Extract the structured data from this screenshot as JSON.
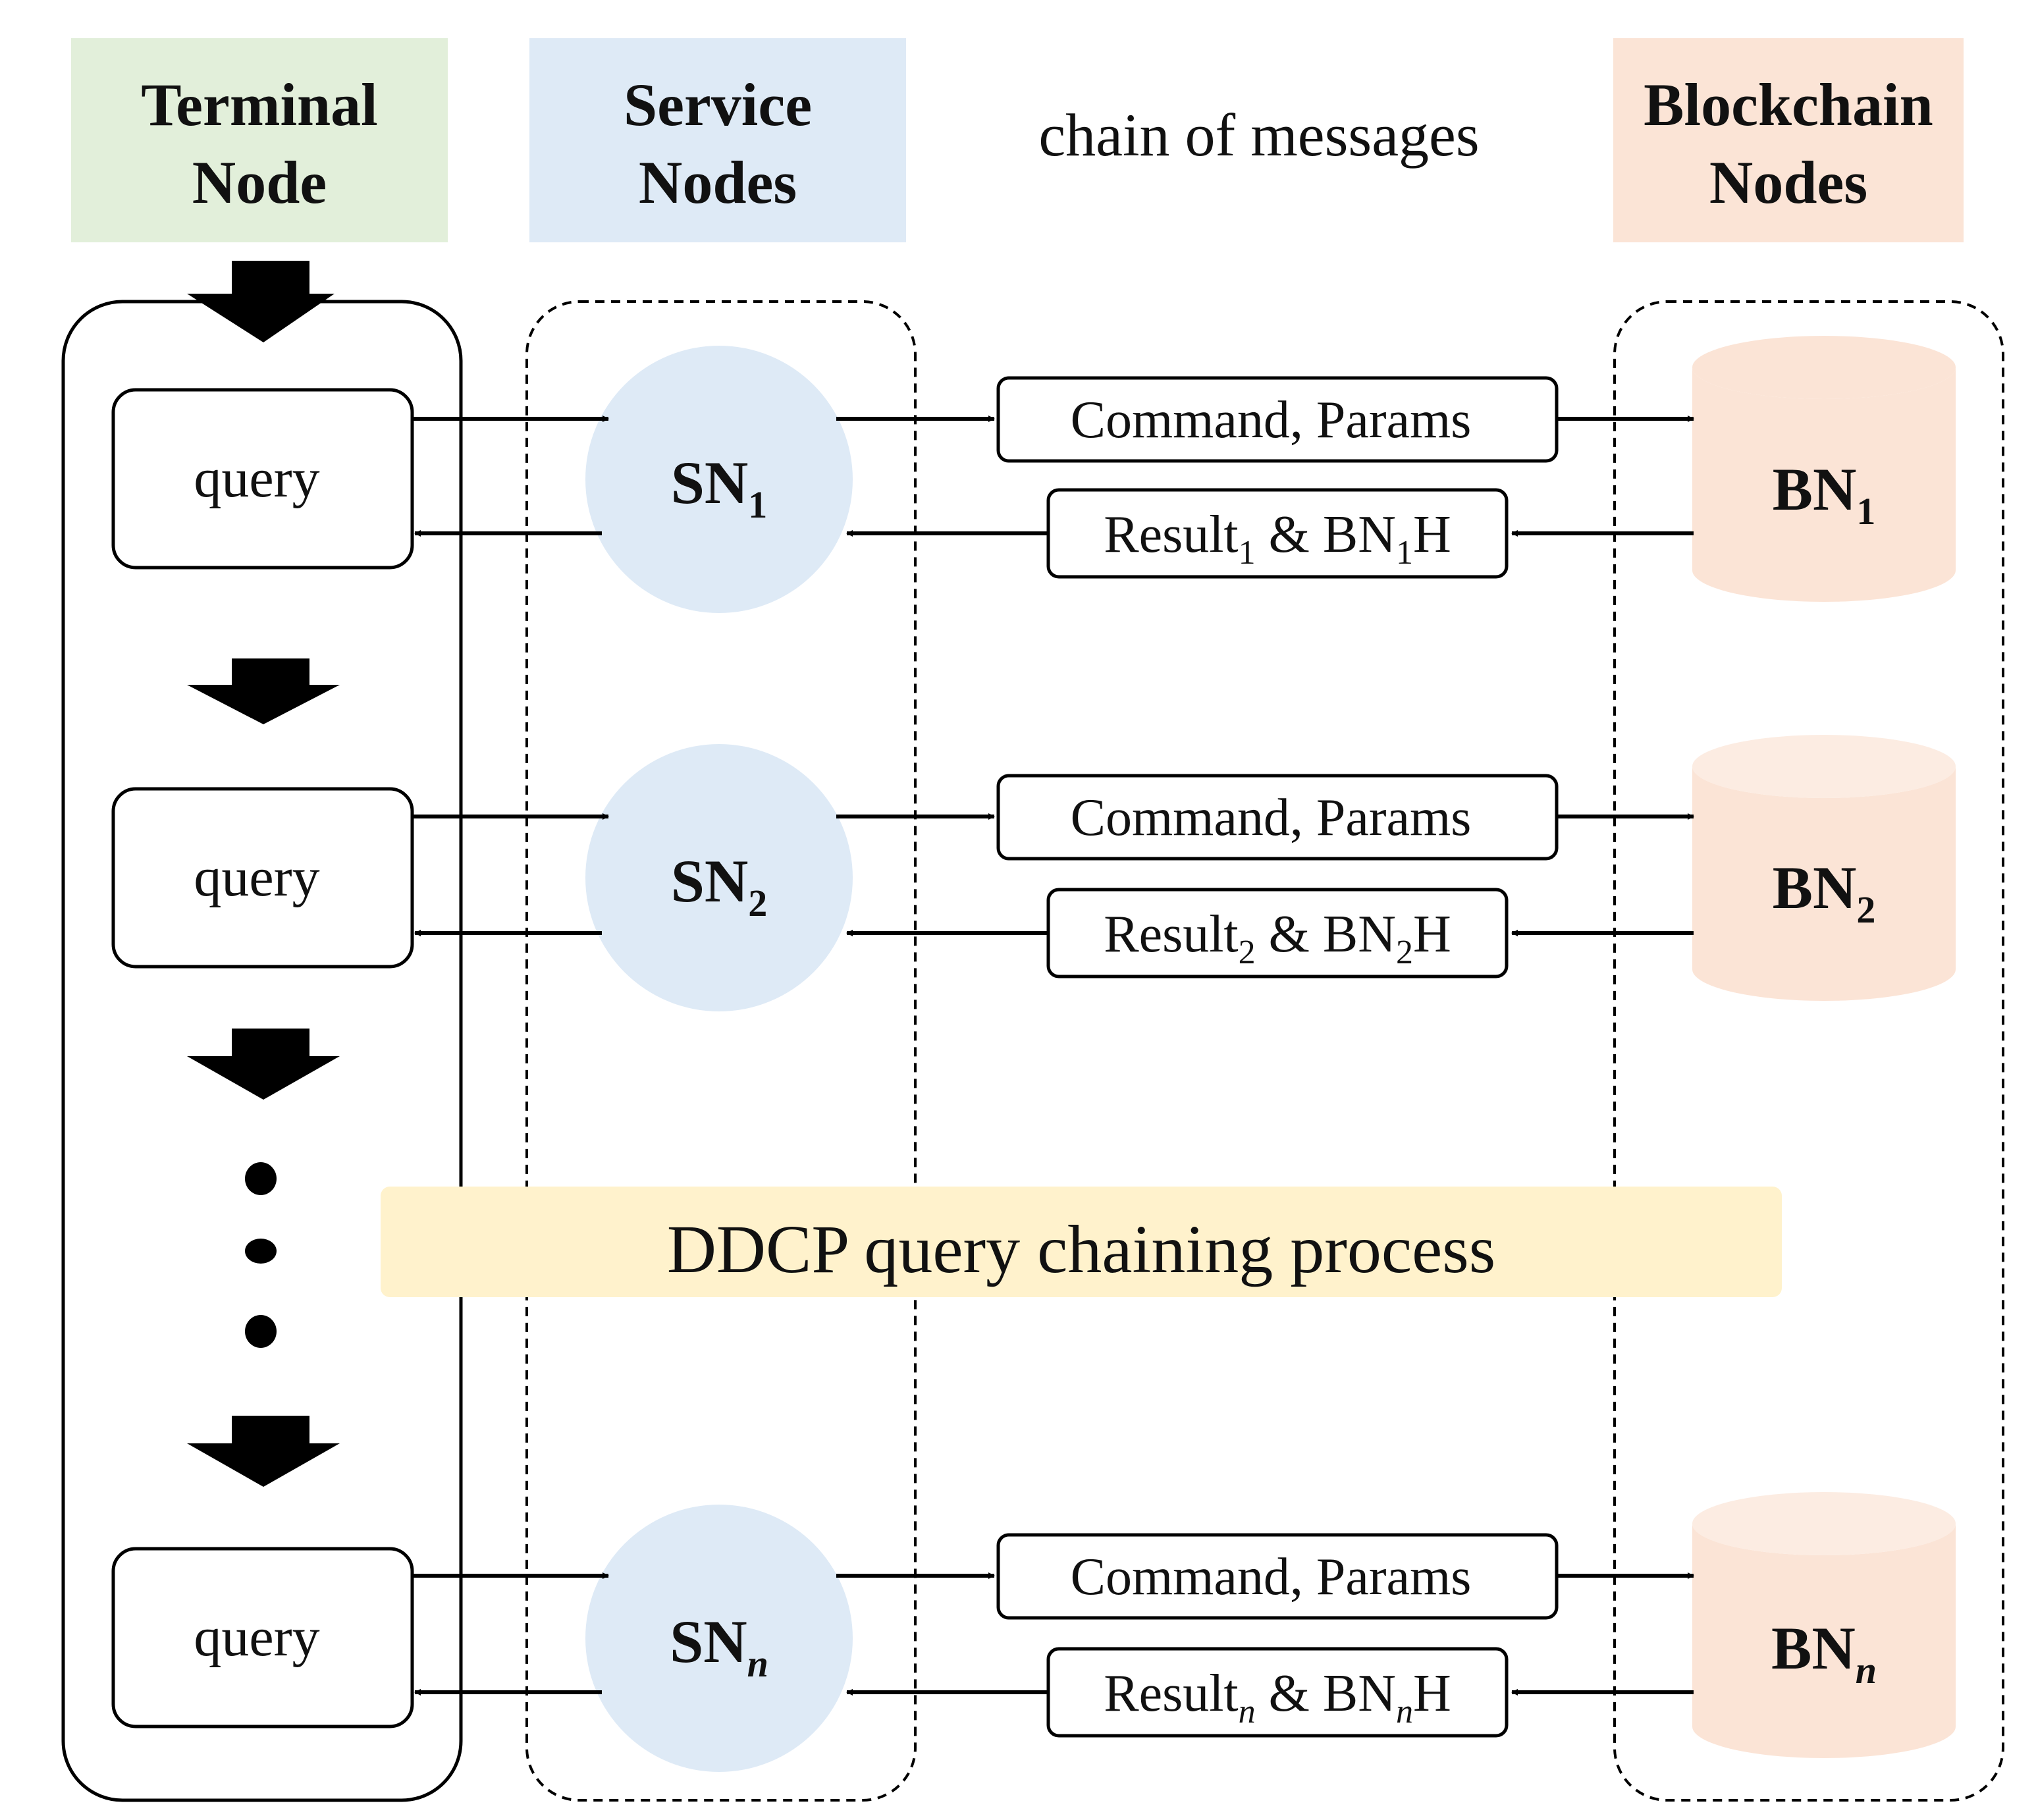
{
  "headers": {
    "terminal": [
      "Terminal",
      "Node"
    ],
    "service": [
      "Service",
      "Nodes"
    ],
    "chain": "chain of messages",
    "blockchain": [
      "Blockchain",
      "Nodes"
    ]
  },
  "rows": [
    {
      "query": "query",
      "sn": {
        "base": "SN",
        "sub": "1",
        "italic": false
      },
      "bn": {
        "base": "BN",
        "sub": "1",
        "italic": false
      },
      "command": "Command, Params",
      "result": {
        "p1": "Result",
        "s1": "1",
        "p2": " & BN",
        "s2": "1",
        "p3": "H"
      }
    },
    {
      "query": "query",
      "sn": {
        "base": "SN",
        "sub": "2",
        "italic": false
      },
      "bn": {
        "base": "BN",
        "sub": "2",
        "italic": false
      },
      "command": "Command, Params",
      "result": {
        "p1": "Result",
        "s1": "2",
        "p2": " & BN",
        "s2": "2",
        "p3": "H"
      }
    },
    {
      "query": "query",
      "sn": {
        "base": "SN",
        "sub": "n",
        "italic": true
      },
      "bn": {
        "base": "BN",
        "sub": "n",
        "italic": true
      },
      "command": "Command, Params",
      "result": {
        "p1": "Result",
        "s1": "n",
        "p2": " & BN",
        "s2": "n",
        "p3": "H"
      }
    }
  ],
  "banner": "DDCP query chaining process",
  "colors": {
    "terminal_bg": "#e2efda",
    "service_bg": "#deeaf6",
    "blockchain_bg": "#fbe4d6",
    "cylinder_top": "#fcece2",
    "banner_bg": "#fff2cc",
    "line": "#000000"
  }
}
